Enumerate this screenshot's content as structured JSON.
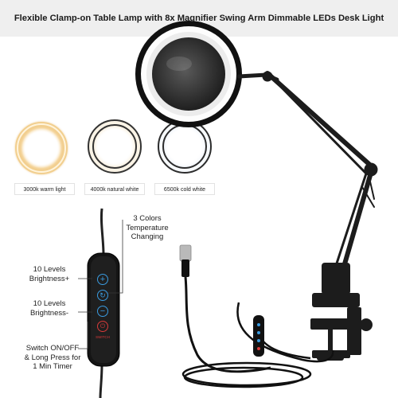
{
  "header": {
    "title": "Flexible Clamp-on Table Lamp with 8x Magnifier Swing Arm Dimmable LEDs Desk Light"
  },
  "color_modes": [
    {
      "label": "3000k warm light",
      "color": "#f6d9a4"
    },
    {
      "label": "4000k natural white",
      "color": "#f3ecdc"
    },
    {
      "label": "6500k cold white",
      "color": "#e6ecf2"
    }
  ],
  "callouts": {
    "temperature": [
      "3 Colors",
      "Temperature",
      "Changing"
    ],
    "brightness_up": [
      "10 Levels",
      "Brightness+"
    ],
    "brightness_down": [
      "10 Levels",
      "Brightness-"
    ],
    "power": [
      "Switch ON/OFF",
      "& Long Press for",
      "1 Min Timer"
    ]
  },
  "controller": {
    "brand_text": "SWITCH",
    "buttons": [
      {
        "icon": "plus-icon",
        "glyph": "+"
      },
      {
        "icon": "color-cycle-icon",
        "glyph": "↻"
      },
      {
        "icon": "minus-icon",
        "glyph": "−"
      },
      {
        "icon": "power-icon",
        "glyph": "⏻"
      }
    ]
  },
  "colors": {
    "lamp_body": "#1c1c1c",
    "accent_blue": "#3a9be0",
    "power_red": "#d83a3a",
    "title_bar": "#efefef"
  }
}
